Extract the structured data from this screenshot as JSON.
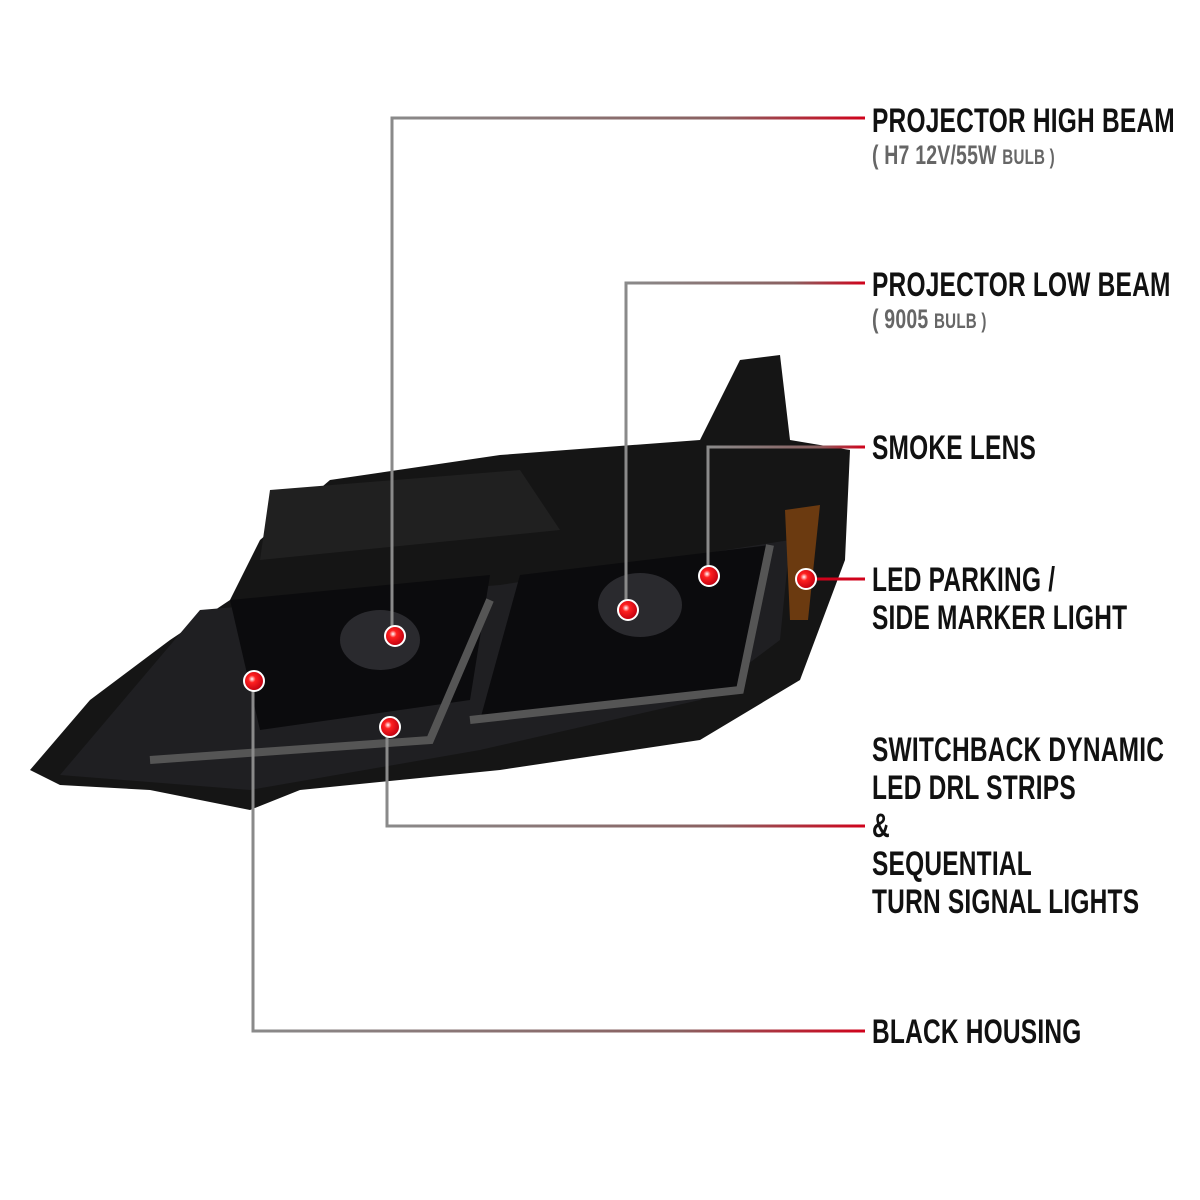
{
  "colors": {
    "accent": "#d0021b",
    "line_gray": "#8a8a8a",
    "text": "#111111",
    "subtext": "#666666"
  },
  "image": {
    "subject": "headlight-icon"
  },
  "callouts": [
    {
      "title": "PROJECTOR HIGH BEAM",
      "sub_main": "( H7  12V/55W",
      "sub_small": "BULB )"
    },
    {
      "title": "PROJECTOR LOW BEAM",
      "sub_main": "( 9005",
      "sub_small": "BULB )"
    },
    {
      "title": "SMOKE LENS"
    },
    {
      "lines": [
        "LED PARKING /",
        "SIDE MARKER LIGHT"
      ]
    },
    {
      "lines": [
        "SWITCHBACK DYNAMIC",
        "LED DRL STRIPS",
        "&",
        "SEQUENTIAL",
        "TURN SIGNAL LIGHTS"
      ]
    },
    {
      "title": "BLACK HOUSING"
    }
  ]
}
